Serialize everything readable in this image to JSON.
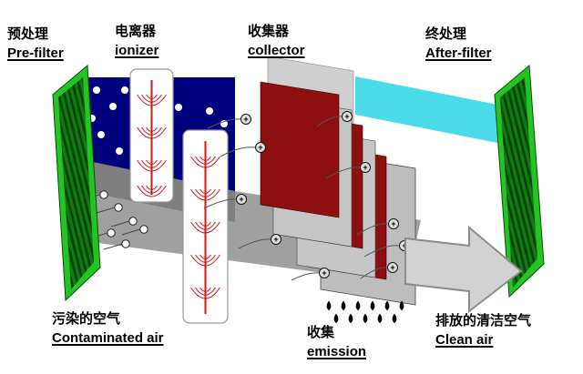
{
  "labels": {
    "pre_filter": {
      "zh": "预处理",
      "en": "Pre-filter"
    },
    "ionizer": {
      "zh": "电离器",
      "en": "ionizer"
    },
    "collector": {
      "zh": "收集器",
      "en": "collector"
    },
    "after_filter": {
      "zh": "终处理",
      "en": "After-filter"
    },
    "contaminated_air": {
      "zh": "污染的空气",
      "en": "Contaminated air"
    },
    "emission": {
      "zh": "收集",
      "en": "emission"
    },
    "clean_air": {
      "zh": "排放的清洁空气",
      "en": "Clean air"
    }
  },
  "symbols": {
    "plus": "+"
  },
  "colors": {
    "filter_green_bright": "#25c425",
    "filter_green_base": "#0f7c0f",
    "filter_green_stripe": "#053f05",
    "contaminated_blue": "#00017e",
    "clean_cyan": "#4adbe9",
    "collector_red": "#8e0f0f",
    "plate_gray": "#c6c6c6",
    "plate_gray_large": "#bdbdbd",
    "housing_gray": "#cfcfcf",
    "floor_gray": "#a0a0a0",
    "floor_gray_dark": "#7f7f7f",
    "wire_red": "#d01616",
    "arrow_fill": "#d2d2d2",
    "arrow_stroke": "#8c8c8c",
    "droplet": "#000000"
  }
}
